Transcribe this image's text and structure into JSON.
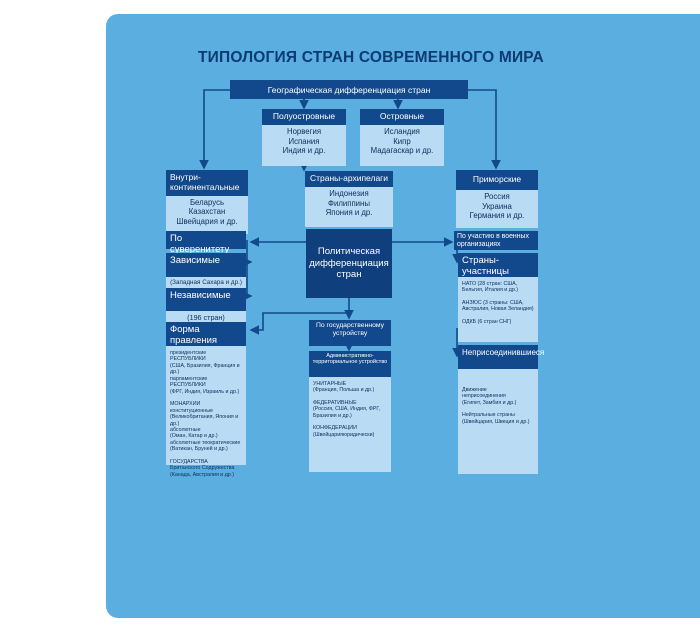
{
  "title": "ТИПОЛОГИЯ СТРАН СОВРЕМЕННОГО МИРА",
  "geo": {
    "root": "Географическая    дифференциация    стран",
    "peninsular": {
      "label": "Полуостровные",
      "items": [
        "Норвегия",
        "Испания",
        "Индия и др."
      ]
    },
    "island": {
      "label": "Островные",
      "items": [
        "Исландия",
        "Кипр",
        "Мадагаскар и др."
      ]
    },
    "inland": {
      "label": "Внутри-континентальные",
      "items": [
        "Беларусь",
        "Казахстан",
        "Швейцария и др."
      ]
    },
    "archipelago": {
      "label": "Страны-архипелаги",
      "items": [
        "Индонезия",
        "Филиппины",
        "Япония и др."
      ]
    },
    "coastal": {
      "label": "Приморские",
      "items": [
        "Россия",
        "Украина",
        "Германия и др."
      ]
    }
  },
  "political": {
    "root": "Политическая дифференциация стран",
    "sovereignty": "По суверенитету",
    "dependent": {
      "label": "Зависимые",
      "note": "(Западная Сахара и др.)"
    },
    "independent": {
      "label": "Независимые",
      "note": "(196 стран)"
    },
    "government": {
      "label": "Форма правления",
      "items": [
        "президентские РЕСПУБЛИКИ",
        "(США, Бразилия, Франция и др.)",
        "парламентские РЕСПУБЛИКИ",
        "(ФРГ, Индия, Израиль и др.)",
        "",
        "МОНАРХИИ",
        "конституционные",
        "(Великобритания, Япония и др.)",
        "абсолютные",
        "(Оман, Катар и др.)",
        "абсолютные теократические",
        "(Ватикан, Бруней и др.)",
        "",
        "ГОСУДАРСТВА",
        "Британского Содружества",
        "(Канада, Австралия и др.)"
      ]
    },
    "structure": {
      "label": "По государственному устройству",
      "sublabel": "Административно-территориальное устройство",
      "items": [
        "УНИТАРНЫЕ",
        "(Франция, Польша и др.)",
        "",
        "ФЕДЕРАТИВНЫЕ",
        "(Россия, США, Индия, ФРГ,",
        "Бразилия и др.)",
        "",
        "КОНФЕДЕРАЦИИ",
        "(Швейцарияюридически)"
      ]
    },
    "military": {
      "label": "По участию в военных организациях",
      "participants": "Страны-участницы",
      "items": [
        "НАТО (28 стран: США,",
        "Бельгия, Италия и др.)",
        "",
        "АНЗЮС (3 страны: США,",
        "Австралия, Новая Зеландия)",
        "",
        "ОДКБ (6 стран СНГ)"
      ],
      "nonaligned": "Неприсоединившиеся",
      "nonaligned_items": [
        "Движение",
        "неприсоединения",
        "(Египет, Замбия и др.)",
        "",
        "Нейтральные страны",
        "(Швейцария, Швеция и др.)"
      ]
    }
  },
  "colors": {
    "panel": "#5aaee0",
    "header": "#12498c",
    "body": "#b9dbf4",
    "title": "#0c3b73",
    "connector": "#12498c"
  }
}
